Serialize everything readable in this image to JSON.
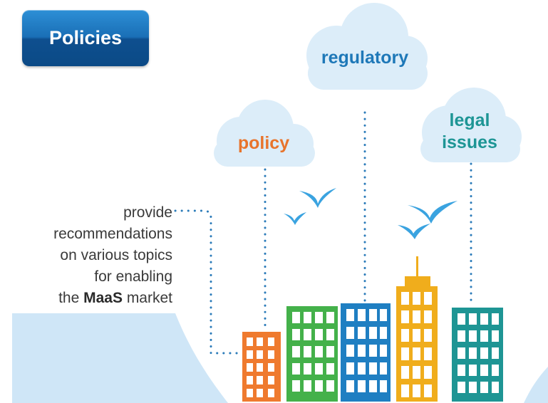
{
  "button": {
    "label": "Policies"
  },
  "clouds": {
    "regulatory": "regulatory",
    "policy": "policy",
    "legal_line1": "legal",
    "legal_line2": "issues"
  },
  "description": {
    "line1": "provide",
    "line2": "recommendations",
    "line3": "on various topics",
    "line4": "for enabling",
    "line5_pre": "the",
    "line5_bold": "MaaS",
    "line5_post": "market"
  },
  "colors": {
    "cloud": "#dcedf9",
    "dots": "#2b7bb9",
    "bird": "#3aa3e0",
    "hill": "#cfe6f7",
    "building_orange": "#ef7a2e",
    "building_green": "#44b14a",
    "building_blue": "#1f7fc2",
    "building_yellow": "#f0ad1c",
    "building_teal": "#1e9594"
  }
}
